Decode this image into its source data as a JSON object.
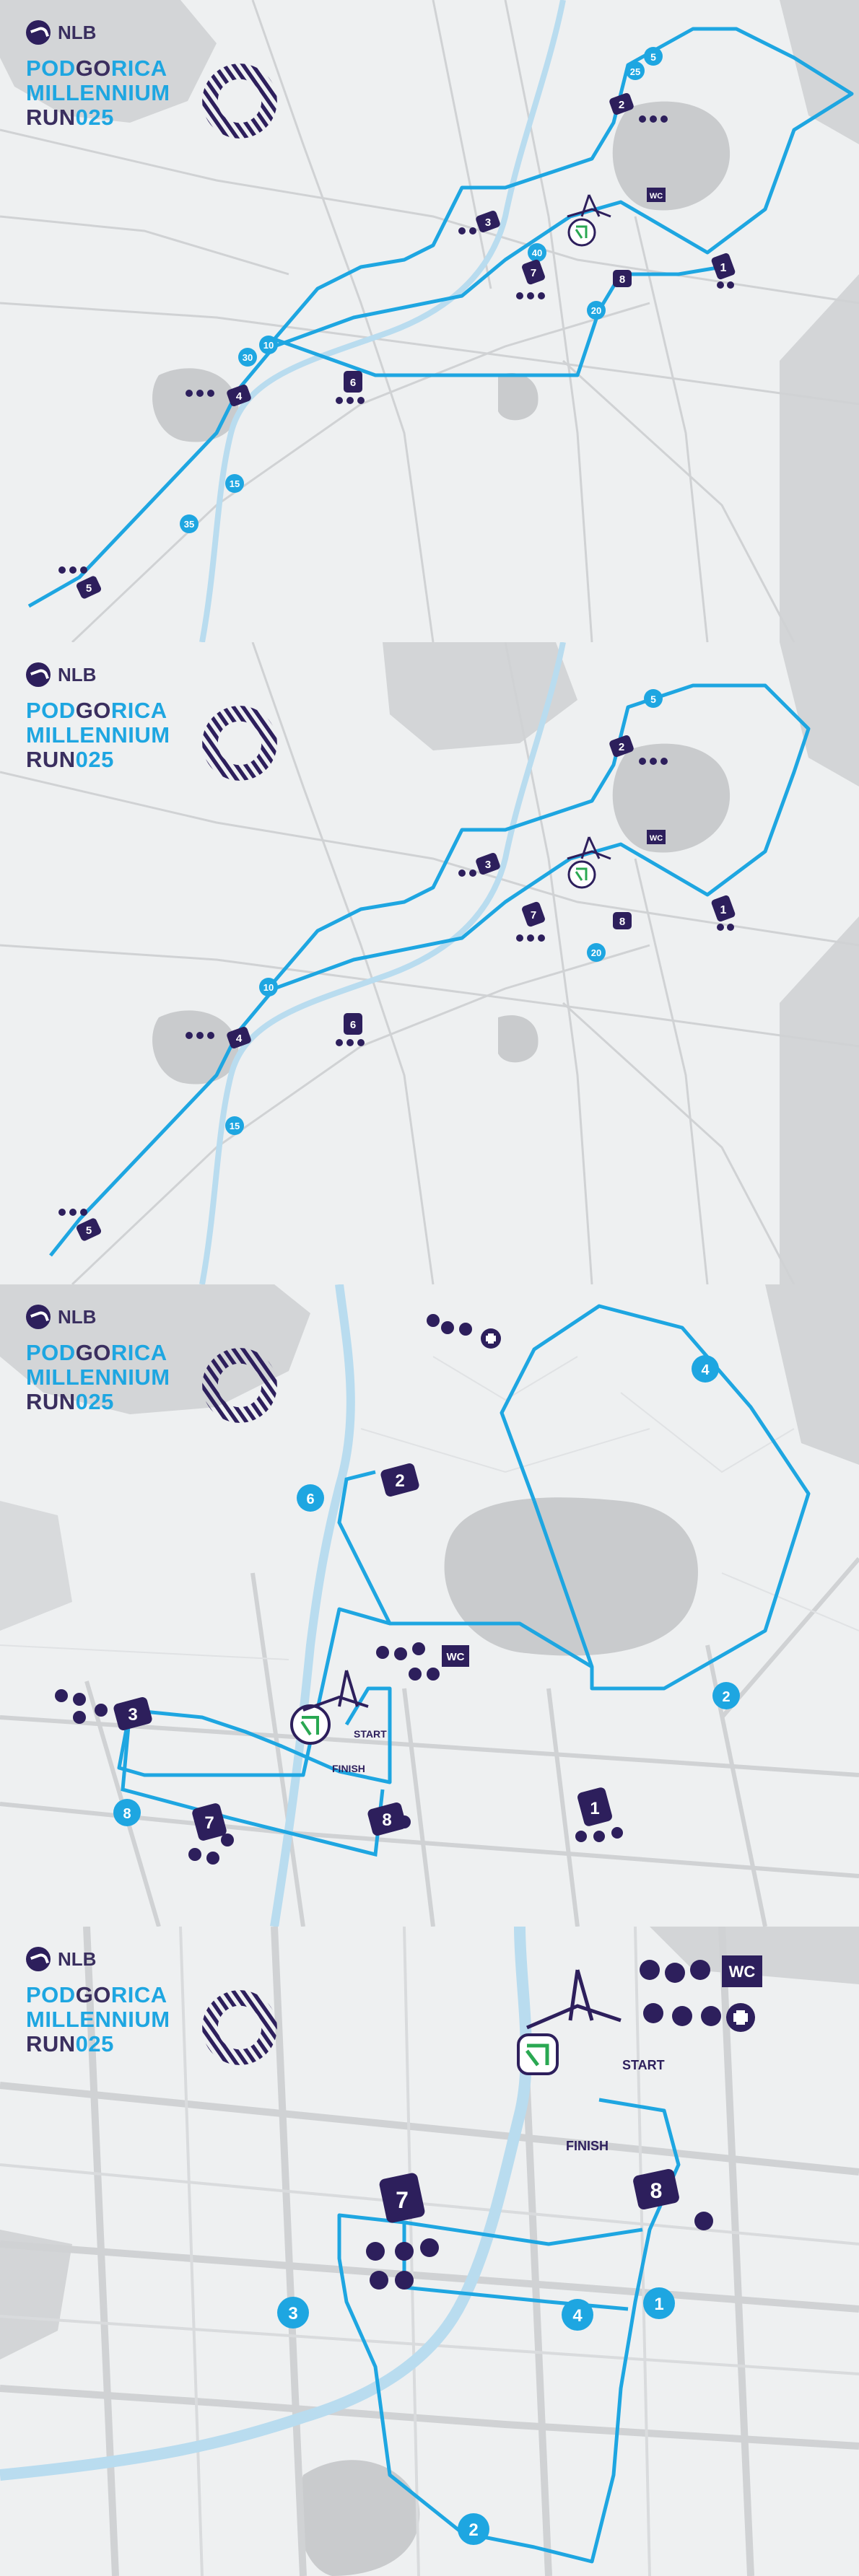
{
  "brand": {
    "sponsor": "NLB",
    "title_line1_a": "POD",
    "title_line1_b": "GO",
    "title_line1_c": "RICA",
    "title_line2": "MILLENNIUM",
    "title_line3_a": "RUN",
    "title_line3_b": "025"
  },
  "colors": {
    "route": "#1ea6e1",
    "marker": "#2d1f5c",
    "lake": "#c9cbcd",
    "road": "#d6d8da",
    "background": "#eef0f1"
  },
  "labels": {
    "start": "START",
    "finish": "FINISH",
    "wc": "WC"
  },
  "panels": [
    {
      "route_km_markers": [
        "5",
        "25",
        "40",
        "20",
        "30",
        "10",
        "15",
        "35"
      ],
      "stations": [
        "1",
        "2",
        "3",
        "4",
        "5",
        "6",
        "7",
        "8"
      ]
    },
    {
      "route_km_markers": [
        "5",
        "20",
        "10",
        "15"
      ],
      "stations": [
        "1",
        "2",
        "3",
        "4",
        "5",
        "6",
        "7",
        "8"
      ]
    },
    {
      "route_km_markers": [
        "4",
        "6",
        "2",
        "8"
      ],
      "stations": [
        "1",
        "2",
        "3",
        "7",
        "8"
      ]
    },
    {
      "route_km_markers": [
        "3",
        "4",
        "1",
        "2"
      ],
      "stations": [
        "7",
        "8"
      ]
    }
  ],
  "icons": [
    "music-icon",
    "water-drop-icon",
    "bottle-icon",
    "banana-icon",
    "sponge-icon",
    "first-aid-icon",
    "wc-icon",
    "bridge-icon",
    "finish-flag-icon"
  ]
}
